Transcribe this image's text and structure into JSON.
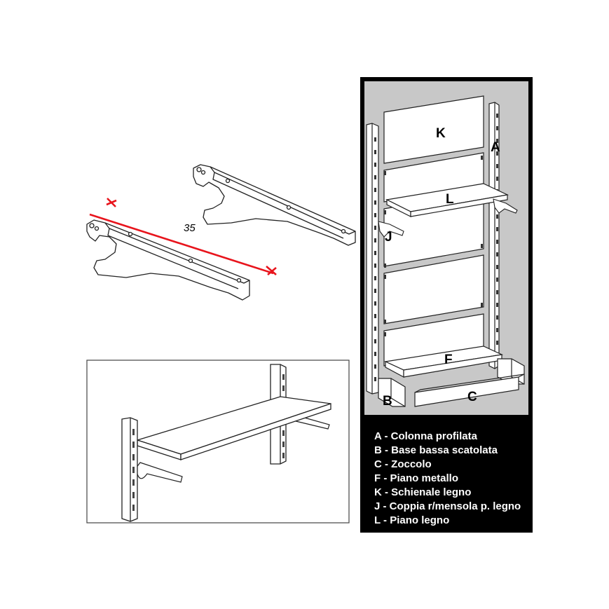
{
  "bracket_diagram": {
    "dimension_label": "35",
    "dimension_color": "#e8141c"
  },
  "shelf_diagram": {},
  "exploded_view": {
    "background": "#c8c8c8",
    "frame_color": "#000000",
    "part_labels": {
      "k": "K",
      "a": "A",
      "l": "L",
      "j": "J",
      "f": "F",
      "b": "B",
      "c": "C"
    },
    "legend": [
      "A - Colonna profilata",
      "B - Base bassa scatolata",
      "C - Zoccolo",
      "F - Piano metallo",
      "K - Schienale legno",
      "J - Coppia r/mensola p. legno",
      "L - Piano legno"
    ]
  }
}
